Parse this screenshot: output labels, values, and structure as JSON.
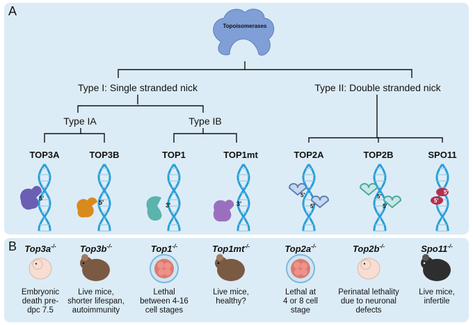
{
  "panel_a": {
    "label": "A",
    "root": "Topoisomerases",
    "type1": "Type I: Single stranded nick",
    "type2": "Type II: Double stranded nick",
    "type1a": "Type IA",
    "type1b": "Type IB",
    "enzymes": [
      "TOP3A",
      "TOP3B",
      "TOP1",
      "TOP1mt",
      "TOP2A",
      "TOP2B",
      "SPO11"
    ],
    "strand_labels": {
      "five_prime": "5'",
      "three_prime": "3'"
    }
  },
  "panel_b": {
    "label": "B",
    "knockouts": [
      {
        "gene": "Top3a",
        "sup": "-/-",
        "phenotype": "Embryonic\ndeath pre-\ndpc 7.5",
        "icon": "embryo-icon"
      },
      {
        "gene": "Top3b",
        "sup": "-/-",
        "phenotype": "Live mice,\nshorter lifespan,\nautoimmunity",
        "icon": "brown-mouse-icon"
      },
      {
        "gene": "Top1",
        "sup": "-/-",
        "phenotype": "Lethal\nbetween 4-16\ncell stages",
        "icon": "cell-stage-embryo-icon"
      },
      {
        "gene": "Top1mt",
        "sup": "-/-",
        "phenotype": "Live mice,\nhealthy?",
        "icon": "brown-mouse-icon"
      },
      {
        "gene": "Top2a",
        "sup": "-/-",
        "phenotype": "Lethal at\n4 or 8 cell\nstage",
        "icon": "cell-stage-embryo-icon"
      },
      {
        "gene": "Top2b",
        "sup": "-/-",
        "phenotype": "Perinatal lethality\ndue to neuronal\ndefects",
        "icon": "embryo-icon"
      },
      {
        "gene": "Spo11",
        "sup": "-/-",
        "phenotype": "Live mice,\ninfertile",
        "icon": "black-mouse-icon"
      }
    ]
  },
  "colors": {
    "panel_bg": "#dcecf6",
    "helix": "#2a9fd8",
    "enzyme_root": "#7f9fd6",
    "top3a": "#6a5fb3",
    "top3b": "#d98a1c",
    "top1": "#5bb3ad",
    "top1mt": "#9a6fc0",
    "spo11": "#b3304f",
    "mouse_brown": "#7a5a43",
    "mouse_black": "#2e2e2e",
    "embryo_cells": "#e0776f"
  }
}
